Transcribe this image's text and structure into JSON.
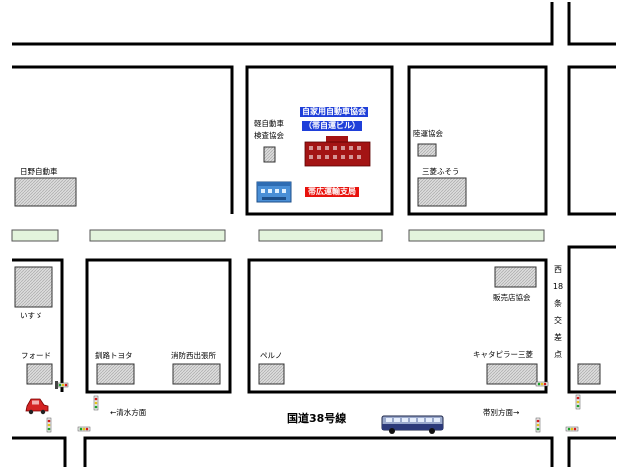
{
  "map": {
    "road_name": "国道38号線",
    "direction_left": "←清水方面",
    "direction_right": "帯別方面→",
    "junction_label": "西18条交差点",
    "junction_chars": [
      "西",
      "18",
      "条",
      "交",
      "差",
      "点"
    ]
  },
  "landmarks": {
    "hino": "日野自動車",
    "kei_inspection_line1": "軽自動車",
    "kei_inspection_line2": "検査協会",
    "jidosha_kyokai": "自家用自動車協会",
    "jidosha_kyokai_sub": "（帯自運ビル）",
    "rikuun_shikyoku": "帯広運輸支局",
    "rikuun_kyokai": "陸運協会",
    "mitsubishi_fuso": "三菱ふそう",
    "isuzu": "いすゞ",
    "ford": "フォード",
    "kushiro_toyota": "釧路トヨタ",
    "fire_station": "消防西出張所",
    "peruno": "ペルノ",
    "dealers_assoc": "販売店協会",
    "caterpillar": "キャタピラー三菱"
  },
  "colors": {
    "building_red": "#a31414",
    "tag_blue": "#1f3fd9",
    "tag_red": "#e8120c",
    "green_strip": "#e3f4dc",
    "hatch": "#cfcfcf"
  }
}
